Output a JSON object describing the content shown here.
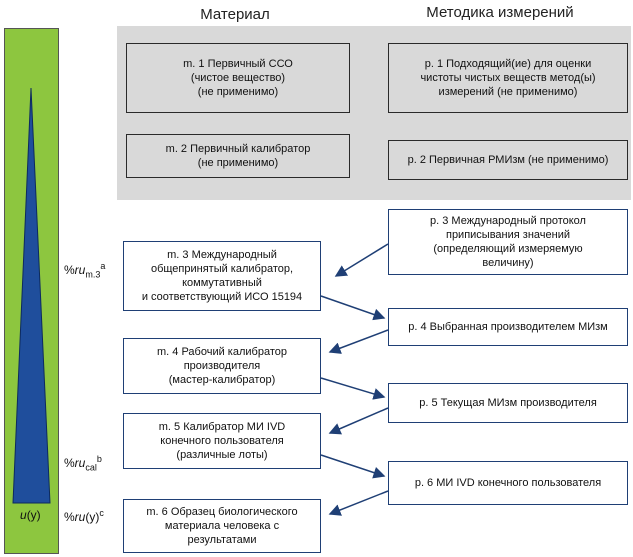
{
  "headers": {
    "material": "Материал",
    "method": "Методика измерений"
  },
  "boxes": {
    "m1": "m. 1 Первичный ССО\n(чистое вещество)\n(не применимо)",
    "p1": "р. 1 Подходящий(ие) для оценки\nчистоты чистых веществ метод(ы)\nизмерений (не применимо)",
    "m2": "m. 2 Первичный калибратор\n(не применимо)",
    "p2": "р. 2 Первичная РМИзм (не применимо)",
    "m3": "m. 3 Международный\nобщепринятый калибратор,\nкоммутативный\nи соответствующий ИСО 15194",
    "p3": "р. 3 Международный протокол\nприписывания значений\n(определяющий измеряемую\nвеличину)",
    "m4": "m. 4 Рабочий калибратор\nпроизводителя\n(мастер-калибратор)",
    "p4": "р. 4 Выбранная производителем МИзм",
    "m5": "m. 5 Калибратор МИ IVD\nконечного пользователя\n(различные лоты)",
    "p5": "р. 5 Текущая МИзм производителя",
    "p6": "р. 6 МИ IVD конечного пользователя",
    "m6": "m. 6 Образец биологического\nматериала человека с результатами"
  },
  "side": {
    "um3_prefix": "%",
    "um3_var": "ru",
    "um3_sub": "m.3",
    "um3_sup": "a",
    "ucal_prefix": "%",
    "ucal_var": "ru",
    "ucal_sub": "cal",
    "ucal_sup": "b",
    "uy_prefix": "%",
    "uy_var": "ru",
    "uy_arg": "(y)",
    "uy_sup": "c",
    "bar_var": "u",
    "bar_arg": "(y)"
  },
  "colors": {
    "bar_green": "#8dc63f",
    "triangle_blue": "#1f4e9c",
    "arrow_blue": "#1f3f75",
    "panel_gray": "#d9d9d9"
  }
}
